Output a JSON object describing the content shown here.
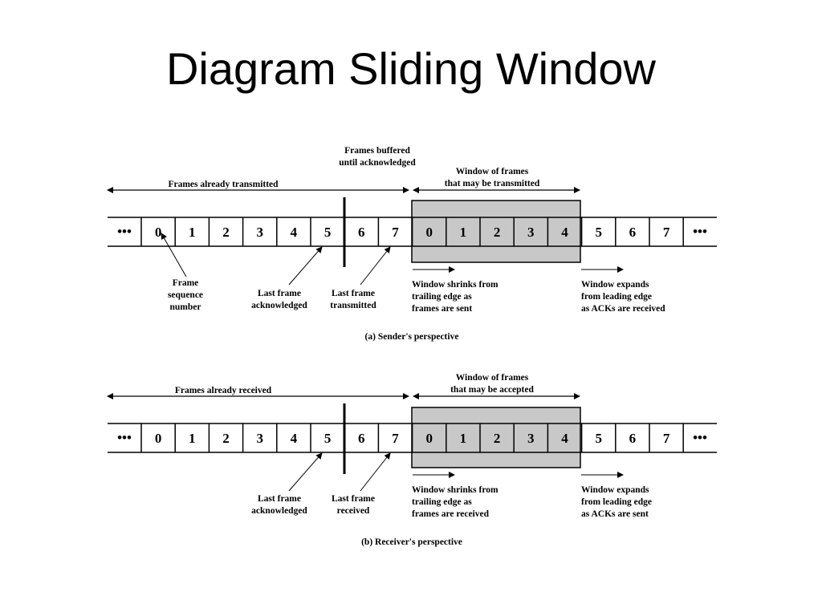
{
  "title": "Diagram Sliding Window",
  "ellipsis": "•••",
  "cells": [
    "0",
    "1",
    "2",
    "3",
    "4",
    "5",
    "6",
    "7",
    "0",
    "1",
    "2",
    "3",
    "4",
    "5",
    "6",
    "7"
  ],
  "sender": {
    "top_left_arrow": "Frames already transmitted",
    "buffered": [
      "Frames buffered",
      "until acknowledged"
    ],
    "window": [
      "Window of frames",
      "that may be transmitted"
    ],
    "frame_seq": [
      "Frame",
      "sequence",
      "number"
    ],
    "last_ack": [
      "Last frame",
      "acknowledged"
    ],
    "last_sent": [
      "Last frame",
      "transmitted"
    ],
    "shrinks": [
      "Window shrinks from",
      "trailing edge as",
      "frames are sent"
    ],
    "expands": [
      "Window expands",
      "from leading edge",
      "as ACKs are received"
    ],
    "caption": "(a) Sender's perspective"
  },
  "receiver": {
    "top_left_arrow": "Frames already received",
    "window": [
      "Window of frames",
      "that may be accepted"
    ],
    "last_ack": [
      "Last frame",
      "acknowledged"
    ],
    "last_recv": [
      "Last frame",
      "received"
    ],
    "shrinks": [
      "Window shrinks from",
      "trailing edge as",
      "frames are received"
    ],
    "expands": [
      "Window expands",
      "from leading edge",
      "as ACKs are sent"
    ],
    "caption": "(b) Receiver's perspective"
  }
}
